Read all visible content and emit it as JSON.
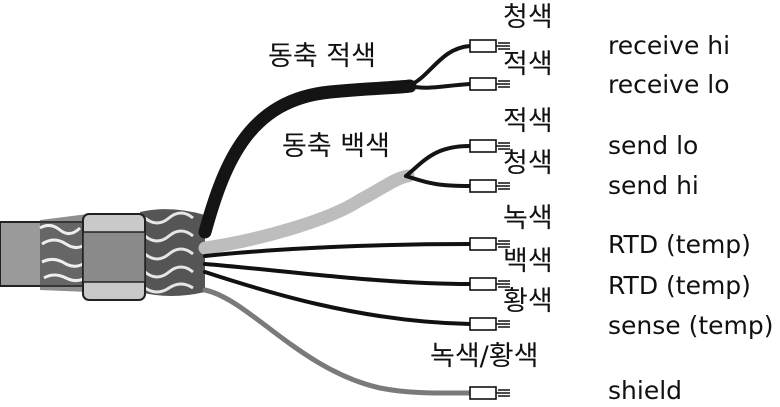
{
  "groups": {
    "coax_red": "동축 적색",
    "coax_white": "동축 백색"
  },
  "wires": [
    {
      "color_label": "청색",
      "signal": "receive hi",
      "wire_color": "#1a1a1a"
    },
    {
      "color_label": "적색",
      "signal": "receive lo",
      "wire_color": "#1a1a1a"
    },
    {
      "color_label": "적색",
      "signal": "send lo",
      "wire_color": "#1a1a1a"
    },
    {
      "color_label": "청색",
      "signal": "send hi",
      "wire_color": "#1a1a1a"
    },
    {
      "color_label": "녹색",
      "signal": "RTD (temp)",
      "wire_color": "#111111"
    },
    {
      "color_label": "백색",
      "signal": "RTD (temp)",
      "wire_color": "#111111"
    },
    {
      "color_label": "황색",
      "signal": "sense (temp)",
      "wire_color": "#111111"
    },
    {
      "color_label": "녹색/황색",
      "signal": "shield",
      "wire_color": "#7a7a7a"
    }
  ],
  "colors": {
    "black_coax": "#141414",
    "white_coax": "#bdbdbd",
    "shield_wire": "#7a7a7a",
    "cable_jacket": "#9a9a9a",
    "sleeve": "#c9c9c9"
  }
}
